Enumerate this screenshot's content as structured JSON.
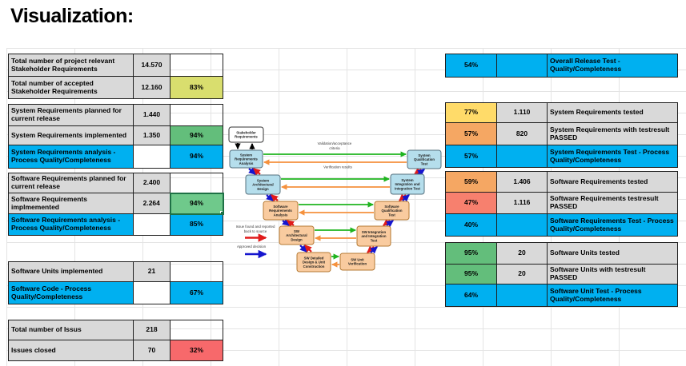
{
  "title": "Visualization:",
  "palette": {
    "gray": "#D9D9D9",
    "blue": "#00B0F0",
    "green": "#63BE7B",
    "green_selected": "#6FC98B",
    "yellow": "#FFDB69",
    "yellow_green": "#D9DE6E",
    "orange": "#F5A763",
    "salmon": "#F7806E",
    "red": "#F7696B"
  },
  "left_table": {
    "sections": [
      {
        "rows": [
          {
            "label": "Total number of project relevant Stakeholder Requirements",
            "value": "14.570",
            "pct": "",
            "pct_color": null,
            "style": "plain"
          },
          {
            "label": "Total number of accepted Stakeholder Requirements",
            "value": "12.160",
            "pct": "83%",
            "pct_color": "yellow_green",
            "style": "plain"
          }
        ]
      },
      {
        "rows": [
          {
            "label": "System Requirements planned for current release",
            "value": "1.440",
            "pct": "",
            "pct_color": null,
            "style": "plain"
          },
          {
            "label": "System Requirements implemented",
            "value": "1.350",
            "pct": "94%",
            "pct_color": "green",
            "style": "plain"
          },
          {
            "label": "System Requirements analysis - Process Quality/Completeness",
            "value": "",
            "pct": "94%",
            "pct_color": "blue",
            "style": "blue"
          }
        ]
      },
      {
        "rows": [
          {
            "label": "Software Requirements planned for current release",
            "value": "2.400",
            "pct": "",
            "pct_color": null,
            "style": "plain"
          },
          {
            "label": "Software Requirements implmemented",
            "value": "2.264",
            "pct": "94%",
            "pct_color": "green_selected",
            "style": "plain",
            "selected": true
          },
          {
            "label": "Software Requirements analysis - Process Quality/Completeness",
            "value": "",
            "pct": "85%",
            "pct_color": "blue",
            "style": "blue"
          }
        ]
      },
      {
        "rows": [
          {
            "label": "Software Units implemented",
            "value": "21",
            "pct": "",
            "pct_color": null,
            "style": "plain"
          },
          {
            "label": "Software Code - Process Quality/Completeness",
            "value": "",
            "pct": "67%",
            "pct_color": "blue",
            "style": "blue"
          }
        ]
      },
      {
        "rows": [
          {
            "label": "Total number of Issus",
            "value": "218",
            "pct": "",
            "pct_color": null,
            "style": "plain"
          },
          {
            "label": "Issues closed",
            "value": "70",
            "pct": "32%",
            "pct_color": "red",
            "style": "plain"
          }
        ]
      }
    ]
  },
  "right_table": {
    "sections": [
      {
        "rows": [
          {
            "pct": "54%",
            "pct_color": "blue",
            "value": "",
            "label": "Overall Release Test - Quality/Completeness",
            "style": "blue"
          }
        ]
      },
      {
        "rows": [
          {
            "pct": "77%",
            "pct_color": "yellow",
            "value": "1.110",
            "label": "System Requirements tested",
            "style": "plain"
          },
          {
            "pct": "57%",
            "pct_color": "orange",
            "value": "820",
            "label": "System Requirements with testresult PASSED",
            "style": "plain"
          },
          {
            "pct": "57%",
            "pct_color": "blue",
            "value": "",
            "label": "System Requirements Test - Process Quality/Completeness",
            "style": "blue"
          }
        ]
      },
      {
        "rows": [
          {
            "pct": "59%",
            "pct_color": "orange",
            "value": "1.406",
            "label": "Software Requirements tested",
            "style": "plain"
          },
          {
            "pct": "47%",
            "pct_color": "salmon",
            "value": "1.116",
            "label": "Software Requirements testresult PASSED",
            "style": "plain"
          },
          {
            "pct": "40%",
            "pct_color": "blue",
            "value": "",
            "label": "Software Requirements Test - Process Quality/Completeness",
            "style": "blue"
          }
        ]
      },
      {
        "rows": [
          {
            "pct": "95%",
            "pct_color": "green",
            "value": "20",
            "label": "Software Units tested",
            "style": "plain"
          },
          {
            "pct": "95%",
            "pct_color": "green",
            "value": "20",
            "label": "Software Units with testresult PASSED",
            "style": "plain"
          },
          {
            "pct": "64%",
            "pct_color": "blue",
            "value": "",
            "label": "Software Unit Test - Process Quality/Completeness",
            "style": "blue"
          }
        ]
      }
    ]
  },
  "diagram": {
    "boxes": [
      {
        "id": "stakeholder",
        "lines": [
          "Stakeholder",
          "Requirements"
        ],
        "kind": "white"
      },
      {
        "id": "sra",
        "lines": [
          "System",
          "Requirements",
          "Analysis"
        ],
        "kind": "blue"
      },
      {
        "id": "sqt",
        "lines": [
          "System",
          "Qualification",
          "Test"
        ],
        "kind": "blue"
      },
      {
        "id": "sad",
        "lines": [
          "System",
          "Architectural",
          "Design"
        ],
        "kind": "blue"
      },
      {
        "id": "siit",
        "lines": [
          "System",
          "Integration and",
          "Integration Test"
        ],
        "kind": "blue"
      },
      {
        "id": "swra",
        "lines": [
          "Software",
          "Requirements",
          "Analysis"
        ],
        "kind": "orange"
      },
      {
        "id": "swqt",
        "lines": [
          "Software",
          "Qualification",
          "Test"
        ],
        "kind": "orange"
      },
      {
        "id": "swad",
        "lines": [
          "SW",
          "Architectural",
          "Design"
        ],
        "kind": "orange"
      },
      {
        "id": "swiit",
        "lines": [
          "SW Integration",
          "and Integration",
          "Test"
        ],
        "kind": "orange"
      },
      {
        "id": "swdd",
        "lines": [
          "SW Detailed",
          "Design & Unit",
          "Construction"
        ],
        "kind": "orange"
      },
      {
        "id": "swuv",
        "lines": [
          "SW Unit",
          "Verification"
        ],
        "kind": "orange"
      }
    ],
    "edge_labels": {
      "validation_line1": "Validation/acceptance",
      "validation_line2": "criteria",
      "verification": "Verification results"
    },
    "legend": [
      {
        "lines": [
          "Issue found and reported",
          "back to source"
        ],
        "color": "issue"
      },
      {
        "lines": [
          "Approved decision"
        ],
        "color": "approved"
      }
    ],
    "arrow_colors": {
      "forward": "#1FB41F",
      "backward": "#F5913D",
      "issue": "#E01B1B",
      "approved": "#1515CE",
      "link": "#000000"
    },
    "box_colors": {
      "blue": "#B5DEEC",
      "orange": "#F9CB9F",
      "white": "#FFFFFF"
    },
    "box_borders": {
      "blue": "#55707E",
      "orange": "#B57A33",
      "white": "#333333"
    }
  }
}
